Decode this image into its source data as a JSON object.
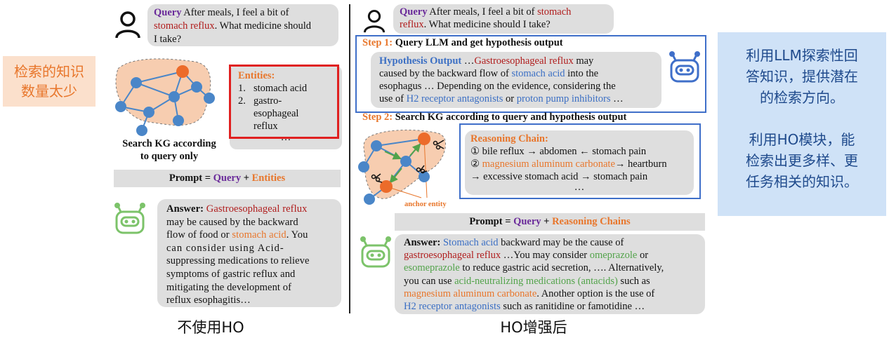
{
  "left_note": {
    "line1": "检索的知识",
    "line2": "数量太少",
    "bg": "#fbe0cc",
    "color": "#e8762b"
  },
  "right_note": {
    "p1_lines": [
      "利用LLM探索性回",
      "答知识，提供潜在",
      "的检索方向。"
    ],
    "p2_lines": [
      "利用HO模块，能",
      "检索出更多样、更",
      "任务相关的知识。"
    ],
    "bg": "#cfe2f7",
    "color": "#1f4a8c"
  },
  "left_panel": {
    "query_label": "Query",
    "query_pre": " After meals, I feel a bit of",
    "query_red": "stomach reflux",
    "query_post": ". What medicine should",
    "query_line3": "I take?",
    "entities_title": "Entities:",
    "entity1": "stomach acid",
    "entity2_l1": "gastro-",
    "entity2_l2": "esophageal",
    "entity2_l3": "reflux",
    "entity_more": "…",
    "kg_caption_l1": "Search KG according",
    "kg_caption_l2": "to query only",
    "prompt_pre": "Prompt = ",
    "prompt_query": "Query",
    "prompt_plus": " + ",
    "prompt_entities": "Entities",
    "answer_label": "Answer:",
    "answer_red": "Gastroesophageal reflux",
    "answer_l2": "may be caused by the backward",
    "answer_l3_pre": "flow of food or ",
    "answer_l3_orange": "stomach acid",
    "answer_l3_post": ". You",
    "answer_l4": "can consider using Acid-",
    "answer_l5": "suppressing medications to relieve",
    "answer_l6": "symptoms of gastric reflux and",
    "answer_l7": "mitigating the development of",
    "answer_l8": "reflux esophagitis…",
    "caption": "不使用HO"
  },
  "right_panel": {
    "query_label": "Query",
    "query_pre": " After meals, I feel a bit of ",
    "query_red": "stomach",
    "query_red2": "reflux",
    "query_post": ". What medicine should I take?",
    "step1_label": "Step 1:",
    "step1_text": " Query LLM and get hypothesis output",
    "ho_label": "Hypothesis Output",
    "ho_l1_pre": " …",
    "ho_l1_red": "Gastroesophageal reflux",
    "ho_l1_post": " may",
    "ho_l2_pre": "caused by the backward flow of ",
    "ho_l2_blue": "stomach acid",
    "ho_l2_post": " into the",
    "ho_l3": "esophagus … Depending on the evidence, considering the",
    "ho_l4_pre": "use of ",
    "ho_l4_blue1": "H2 receptor antagonists",
    "ho_l4_mid": " or ",
    "ho_l4_blue2": "proton pump inhibitors",
    "ho_l4_post": " …",
    "step2_label": "Step 2:",
    "step2_text": " Search KG according to query and hypothesis output",
    "rc_title": "Reasoning Chain:",
    "rc_l1": "① bile reflux → abdomen ← stomach pain",
    "rc_l2_pre": "② ",
    "rc_l2_orange": "magnesium aluminum carbonate",
    "rc_l2_post": "→ heartburn",
    "rc_l3": "→ excessive stomach acid → stomach pain",
    "rc_more": "…",
    "anchor_label": "anchor entity",
    "prompt_pre": "Prompt = ",
    "prompt_query": "Query",
    "prompt_plus": " + ",
    "prompt_rc": "Reasoning Chains",
    "answer_label": "Answer:",
    "ans_l1_blue": "Stomach acid",
    "ans_l1_post": " backward may be the cause of",
    "ans_l2_red": "gastroesophageal reflux",
    "ans_l2_mid": " …You may consider ",
    "ans_l2_green": "omeprazole",
    "ans_l2_post": " or",
    "ans_l3_green": "esomeprazole",
    "ans_l3_post": " to reduce gastric acid secretion, …. Alternatively,",
    "ans_l4_pre": "you can use ",
    "ans_l4_green": "acid-neutralizing medications (antacids)",
    "ans_l4_post": " such as",
    "ans_l5_orange": "magnesium aluminum carbonate",
    "ans_l5_post": ". Another option is the use of",
    "ans_l6_blue": "H2 receptor antagonists",
    "ans_l6_post": " such as ranitidine or famotidine …",
    "caption": "HO增强后"
  },
  "icons": [
    "user-icon",
    "robot-icon",
    "scissors-icon"
  ],
  "colors": {
    "purple": "#6a2a9a",
    "red": "#b01c1c",
    "orange": "#e8762b",
    "blue": "#3b6fc4",
    "green": "#52a34a",
    "entities_border": "#e02020",
    "box_border": "#3f6fc9",
    "node_blue": "#4a86c8",
    "node_orange": "#ec6b2a",
    "blob": "#f7cdb0"
  }
}
